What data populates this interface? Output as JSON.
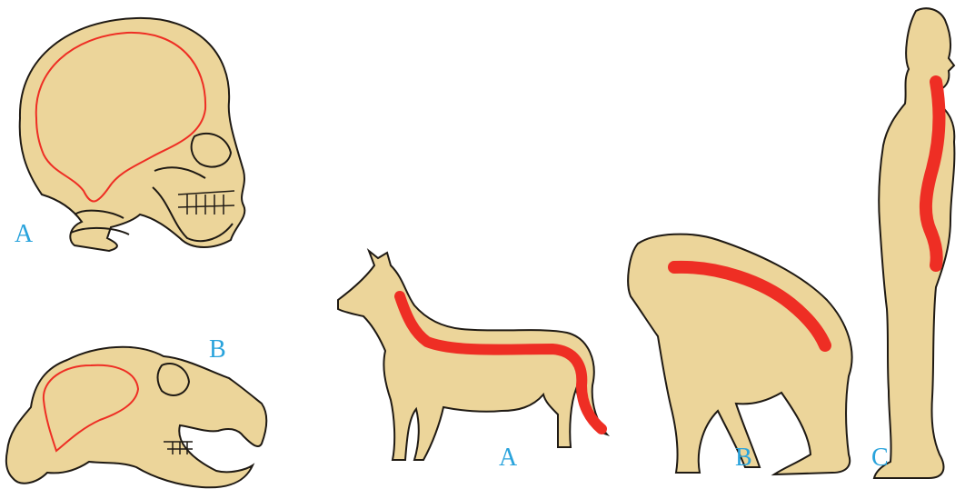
{
  "labels": {
    "skull_a": "A",
    "skull_b": "B",
    "animal_a": "A",
    "animal_b": "B",
    "animal_c": "C"
  },
  "colors": {
    "body_fill": "#ecd59a",
    "outline": "#1f1a14",
    "spine_red": "#ee2e24",
    "label_blue": "#29a3dc"
  }
}
